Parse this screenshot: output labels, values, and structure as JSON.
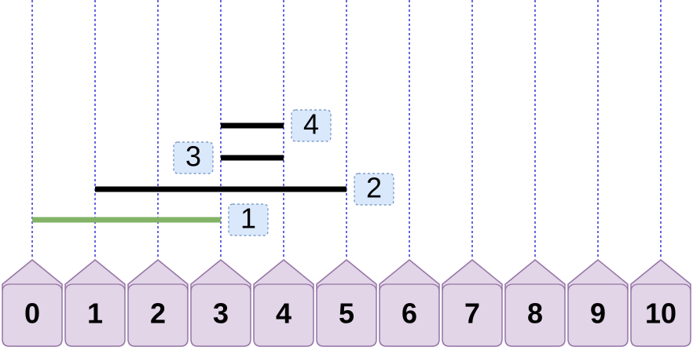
{
  "markers": [
    {
      "label": "0"
    },
    {
      "label": "1"
    },
    {
      "label": "2"
    },
    {
      "label": "3"
    },
    {
      "label": "4"
    },
    {
      "label": "5"
    },
    {
      "label": "6"
    },
    {
      "label": "7"
    },
    {
      "label": "8"
    },
    {
      "label": "9"
    },
    {
      "label": "10"
    }
  ],
  "intervals": [
    {
      "id": "1",
      "start": 0,
      "end": 3,
      "color": "#82b366"
    },
    {
      "id": "2",
      "start": 1,
      "end": 5,
      "color": "#000000"
    },
    {
      "id": "3",
      "start": 3,
      "end": 4,
      "color": "#000000"
    },
    {
      "id": "4",
      "start": 3,
      "end": 4,
      "color": "#000000"
    }
  ],
  "colors": {
    "marker_fill": "#e1d5e7",
    "marker_stroke": "#9673a6",
    "guide_line": "#0000cc",
    "label_box_fill": "#dae8fc",
    "label_box_stroke": "#6c8ebf"
  }
}
